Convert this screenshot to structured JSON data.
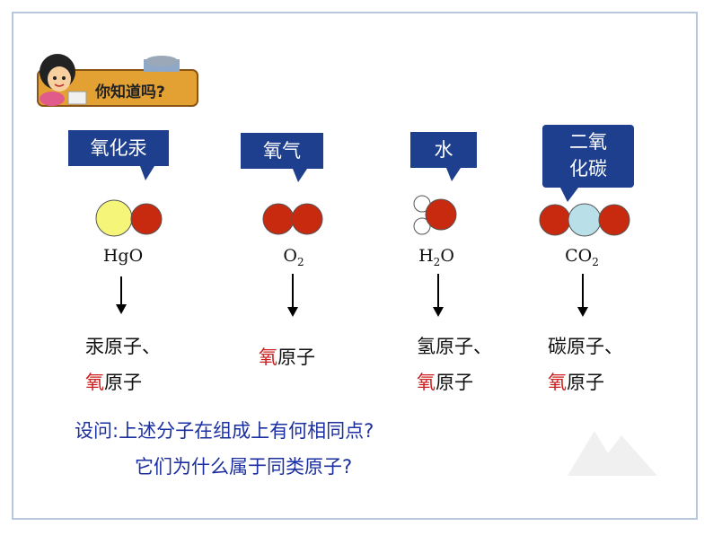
{
  "banner": {
    "text": "你知道吗?"
  },
  "molecules": [
    {
      "label": "氧化汞",
      "formula_main": "HgO",
      "formula_sub": "",
      "formula_tail": "",
      "atoms_line1_red": "",
      "atoms_line1": "汞原子、",
      "atoms_line2_red": "氧",
      "atoms_line2": "原子"
    },
    {
      "label": "氧气",
      "formula_main": "O",
      "formula_sub": "2",
      "formula_tail": "",
      "atoms_line1_red": "氧",
      "atoms_line1": "原子",
      "atoms_line2_red": "",
      "atoms_line2": ""
    },
    {
      "label": "水",
      "formula_main": "H",
      "formula_sub": "2",
      "formula_tail": "O",
      "atoms_line1_red": "",
      "atoms_line1": "氢原子、",
      "atoms_line2_red": "氧",
      "atoms_line2": "原子"
    },
    {
      "label": "二氧化碳",
      "formula_main": "CO",
      "formula_sub": "2",
      "formula_tail": "",
      "atoms_line1_red": "",
      "atoms_line1": "碳原子、",
      "atoms_line2_red": "氧",
      "atoms_line2": "原子"
    }
  ],
  "question": {
    "line1": "设问:上述分子在组成上有何相同点?",
    "line2": "它们为什么属于同类原子?"
  },
  "colors": {
    "bubble": "#1d3f8d",
    "oxygen": "#c82a10",
    "mercury": "#f5f57a",
    "carbon": "#b9e0e8",
    "hydrogen": "#ffffff",
    "question": "#1b2fa0",
    "highlight": "#cc1f1f"
  }
}
